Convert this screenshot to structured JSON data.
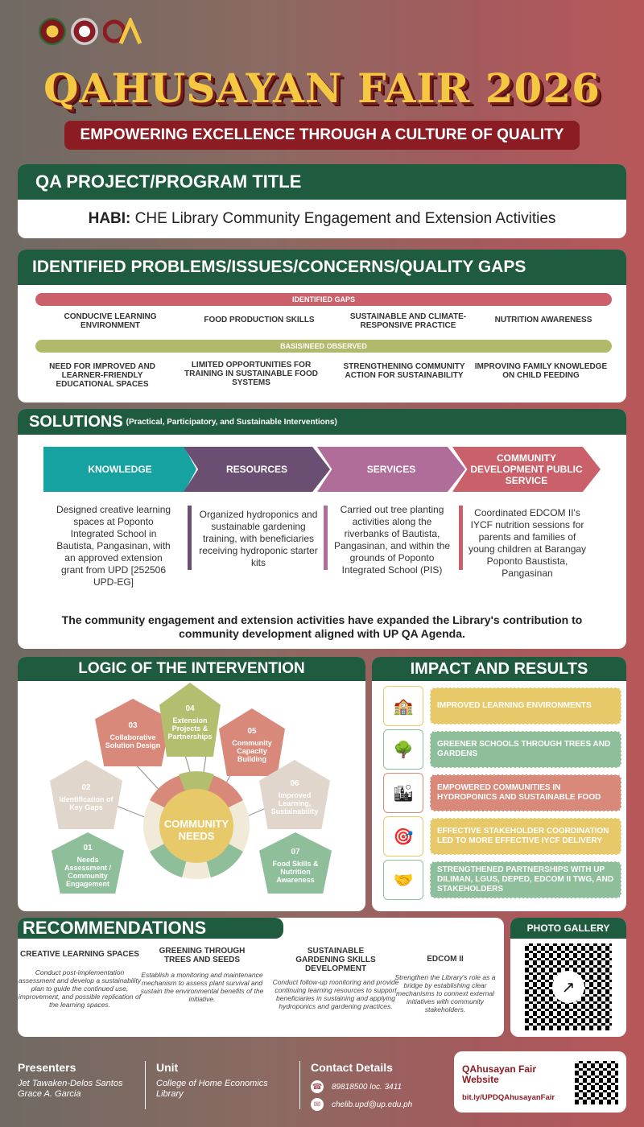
{
  "header": {
    "title": "QAHUSAYAN FAIR 2026",
    "subtitle": "EMPOWERING EXCELLENCE THROUGH A CULTURE OF QUALITY"
  },
  "project": {
    "heading": "QA PROJECT/PROGRAM TITLE",
    "title_bold": "HABI:",
    "title_rest": "CHE Library Community Engagement and Extension Activities"
  },
  "problems": {
    "heading": "IDENTIFIED PROBLEMS/ISSUES/CONCERNS/QUALITY GAPS",
    "gaps_label": "IDENTIFIED GAPS",
    "gaps": [
      "CONDUCIVE LEARNING ENVIRONMENT",
      "FOOD PRODUCTION SKILLS",
      "SUSTAINABLE AND CLIMATE-RESPONSIVE PRACTICE",
      "NUTRITION AWARENESS"
    ],
    "basis_label": "BASIS/NEED OBSERVED",
    "basis": [
      "NEED FOR IMPROVED AND LEARNER-FRIENDLY EDUCATIONAL SPACES",
      "LIMITED OPPORTUNITIES FOR TRAINING IN SUSTAINABLE FOOD SYSTEMS",
      "STRENGTHENING COMMUNITY ACTION FOR SUSTAINABILITY",
      "IMPROVING FAMILY KNOWLEDGE ON CHILD FEEDING"
    ]
  },
  "solutions": {
    "heading": "SOLUTIONS",
    "heading_note": "(Practical, Participatory, and Sustainable Interventions)",
    "items": [
      {
        "label": "KNOWLEDGE",
        "desc": "Designed creative learning spaces at Poponto Integrated School in Bautista, Pangasinan, with an approved extension grant from UPD [252506 UPD-EG]"
      },
      {
        "label": "RESOURCES",
        "desc": "Organized hydroponics and sustainable gardening training, with beneficiaries receiving hydroponic starter kits"
      },
      {
        "label": "SERVICES",
        "desc": "Carried out tree planting activities along the riverbanks of Bautista, Pangasinan, and within the grounds of Poponto Integrated School (PIS)"
      },
      {
        "label": "COMMUNITY DEVELOPMENT PUBLIC SERVICE",
        "desc": "Coordinated EDCOM II's IYCF nutrition sessions for parents and families of young children at Barangay Poponto Baustista, Pangasinan"
      }
    ],
    "summary": "The community engagement and extension activities have expanded the Library's contribution to community development aligned with UP QA Agenda."
  },
  "logic": {
    "heading": "LOGIC OF THE INTERVENTION",
    "center": "COMMUNITY NEEDS",
    "steps": [
      {
        "num": "01",
        "label": "Needs Assessment / Community Engagement",
        "color": "#8fbf9a"
      },
      {
        "num": "02",
        "label": "Identification of Key Gaps",
        "color": "#e0d6cc"
      },
      {
        "num": "03",
        "label": "Collaborative Solution Design",
        "color": "#d9897a"
      },
      {
        "num": "04",
        "label": "Extension Projects & Partnerships",
        "color": "#b3bf6e"
      },
      {
        "num": "05",
        "label": "Community Capacity Building",
        "color": "#d9897a"
      },
      {
        "num": "06",
        "label": "Improved Learning, Sustainability",
        "color": "#e0d6cc"
      },
      {
        "num": "07",
        "label": "Food Skills & Nutrition Awareness",
        "color": "#8fbf9a"
      }
    ]
  },
  "impact": {
    "heading": "IMPACT AND RESULTS",
    "items": [
      {
        "icon": "🏫",
        "text": "IMPROVED LEARNING ENVIRONMENTS",
        "color": "#e8c96a"
      },
      {
        "icon": "🌳",
        "text": "GREENER SCHOOLS THROUGH TREES AND GARDENS",
        "color": "#8fbf9a"
      },
      {
        "icon": "🏙",
        "text": "EMPOWERED COMMUNITIES IN HYDROPONICS AND SUSTAINABLE FOOD",
        "color": "#d9897a"
      },
      {
        "icon": "🎯",
        "text": "EFFECTIVE STAKEHOLDER COORDINATION LED TO MORE EFFECTIVE IYCF DELIVERY",
        "color": "#e8c96a"
      },
      {
        "icon": "🤝",
        "text": "STRENGTHENED PARTNERSHIPS WITH UP DILIMAN, LGUS, DEPED, EDCOM II TWG, AND STAKEHOLDERS",
        "color": "#8fbf9a"
      }
    ]
  },
  "recommendations": {
    "heading": "RECOMMENDATIONS",
    "items": [
      {
        "title": "CREATIVE LEARNING SPACES",
        "desc": "Conduct post-implementation assessment and develop a sustainability plan to guide the continued use, improvement, and possible replication of the learning spaces."
      },
      {
        "title": "GREENING THROUGH TREES AND SEEDS",
        "desc": "Establish a monitoring and maintenance mechanism to assess plant survival and sustain the environmental benefits of the initiative."
      },
      {
        "title": "SUSTAINABLE GARDENING SKILLS DEVELOPMENT",
        "desc": "Conduct follow-up monitoring and provide continuing learning resources to support beneficiaries in sustaining and applying hydroponics and gardening practices."
      },
      {
        "title": "EDCOM II",
        "desc": "Strengthen the Library's role as a bridge by establishing clear mechanisms to connext external initiatives with community stakeholders."
      }
    ]
  },
  "gallery": {
    "heading": "PHOTO GALLERY"
  },
  "footer": {
    "presenters_label": "Presenters",
    "presenters": [
      "Jet Tawaken-Delos Santos",
      "Grace A. Garcia"
    ],
    "unit_label": "Unit",
    "unit": "College of Home Economics Library",
    "contact_label": "Contact Details",
    "phone": "89818500 loc. 3411",
    "email": "chelib.upd@up.edu.ph",
    "website_label": "QAhusayan Fair Website",
    "website_url": "bit.ly/UPDQAhusayanFair"
  },
  "colors": {
    "green": "#1f5b3f",
    "maroon": "#8b1c24",
    "gold": "#f5c842",
    "teal": "#17a2a2",
    "purple": "#6b4f73",
    "mauve": "#b06d9a",
    "rose": "#c9606a"
  }
}
